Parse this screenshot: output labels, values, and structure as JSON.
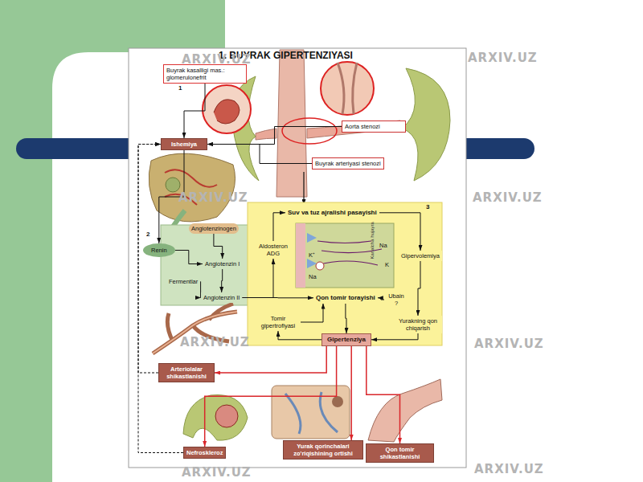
{
  "diagram": {
    "title": "1. BUYRAK GIPERTENZIYASI",
    "nodes": [
      {
        "text": [
          "Buyrak kasalligi mas.: glomerulonefrit"
        ]
      },
      {
        "text": [
          "Aorta stenozi"
        ]
      },
      {
        "text": [
          "Buyrak arteriyasi stenozi"
        ]
      },
      {
        "text": [
          "Ishemiya"
        ]
      },
      {
        "text": [
          "Angiotenzinogen"
        ]
      },
      {
        "text": [
          "Renin"
        ]
      },
      {
        "text": [
          "Angiotenzin I"
        ]
      },
      {
        "text": [
          "Fermentlar"
        ]
      },
      {
        "text": [
          "Angiotenzin II"
        ]
      },
      {
        "text": [
          "Suv va tuz ajralishi pasayishi"
        ]
      },
      {
        "text": [
          "Aldosteron ADG"
        ]
      },
      {
        "text": [
          "Gipervolemiya"
        ]
      },
      {
        "text": [
          "Qon tomir torayishi"
        ]
      },
      {
        "text": [
          "Ubain ?"
        ]
      },
      {
        "text": [
          "Tomir gipertrofiyasi"
        ]
      },
      {
        "text": [
          "Yurakning qon chiqarish"
        ]
      },
      {
        "text": [
          "Gipertenziya"
        ]
      },
      {
        "text": [
          "Arteriolalar shikastlanishi"
        ]
      },
      {
        "text": [
          "Nefroskleroz"
        ]
      },
      {
        "text": [
          "Yurak qorinchalari zo'riqishining ortishi"
        ]
      },
      {
        "text": [
          "Qon tomir shikastlanishi"
        ]
      }
    ],
    "edges": [
      {
        "from": 0,
        "to": 3,
        "arrow": "to"
      },
      {
        "from": 1,
        "to": 3,
        "arrow": "to"
      },
      {
        "from": 2,
        "to": 3,
        "arrow": "to"
      },
      {
        "from": 3,
        "to": 5,
        "arrow": "to"
      },
      {
        "from": 4,
        "to": 6,
        "arrow": "to"
      },
      {
        "from": 5,
        "to": 6,
        "arrow": "to"
      },
      {
        "from": 6,
        "to": 8,
        "arrow": "to"
      },
      {
        "from": 7,
        "to": 8,
        "arrow": "to"
      },
      {
        "from": 8,
        "to": 10,
        "arrow": "to"
      },
      {
        "from": 8,
        "to": 12,
        "arrow": "to"
      },
      {
        "from": 10,
        "to": 9,
        "arrow": "to"
      },
      {
        "from": 9,
        "to": 11,
        "arrow": "to"
      },
      {
        "from": 11,
        "to": 15,
        "arrow": "to"
      },
      {
        "from": 13,
        "to": 12,
        "arrow": "to"
      },
      {
        "from": 12,
        "to": 16,
        "arrow": "to"
      },
      {
        "from": 15,
        "to": 16,
        "arrow": "to"
      },
      {
        "from": 16,
        "to": 14,
        "arrow": "to"
      },
      {
        "from": 14,
        "to": 12,
        "arrow": "to"
      },
      {
        "from": 16,
        "to": 17,
        "arrow": "to"
      },
      {
        "from": 16,
        "to": 18,
        "arrow": "to"
      },
      {
        "from": 16,
        "to": 19,
        "arrow": "to"
      },
      {
        "from": 16,
        "to": 20,
        "arrow": "to"
      },
      {
        "from": 18,
        "to": 3,
        "arrow": "to"
      },
      {
        "from": 17,
        "to": 3,
        "arrow": "to"
      }
    ],
    "labels": [
      "1",
      "2",
      "3",
      "Na",
      "K⁺",
      "K",
      "Na",
      "Kanalcha hujayra",
      "ARXIV.UZ",
      "ARXIV.UZ",
      "ARXIV.UZ",
      "ARXIV.UZ",
      "ARXIV.UZ",
      "ARXIV.UZ",
      "ARXIV.UZ",
      "ARXIV.UZ"
    ]
  }
}
